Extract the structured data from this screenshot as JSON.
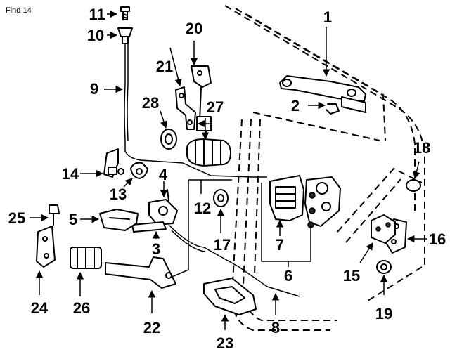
{
  "header": {
    "ref_label": "Find 14"
  },
  "callouts": {
    "c1": "1",
    "c2": "2",
    "c3": "3",
    "c4": "4",
    "c5": "5",
    "c6": "6",
    "c7": "7",
    "c8": "8",
    "c9": "9",
    "c10": "10",
    "c11": "11",
    "c12": "12",
    "c13": "13",
    "c14": "14",
    "c15": "15",
    "c16": "16",
    "c17": "17",
    "c18": "18",
    "c19": "19",
    "c20": "20",
    "c21": "21",
    "c22": "22",
    "c23": "23",
    "c24": "24",
    "c25": "25",
    "c26": "26",
    "c27": "27",
    "c28": "28"
  }
}
